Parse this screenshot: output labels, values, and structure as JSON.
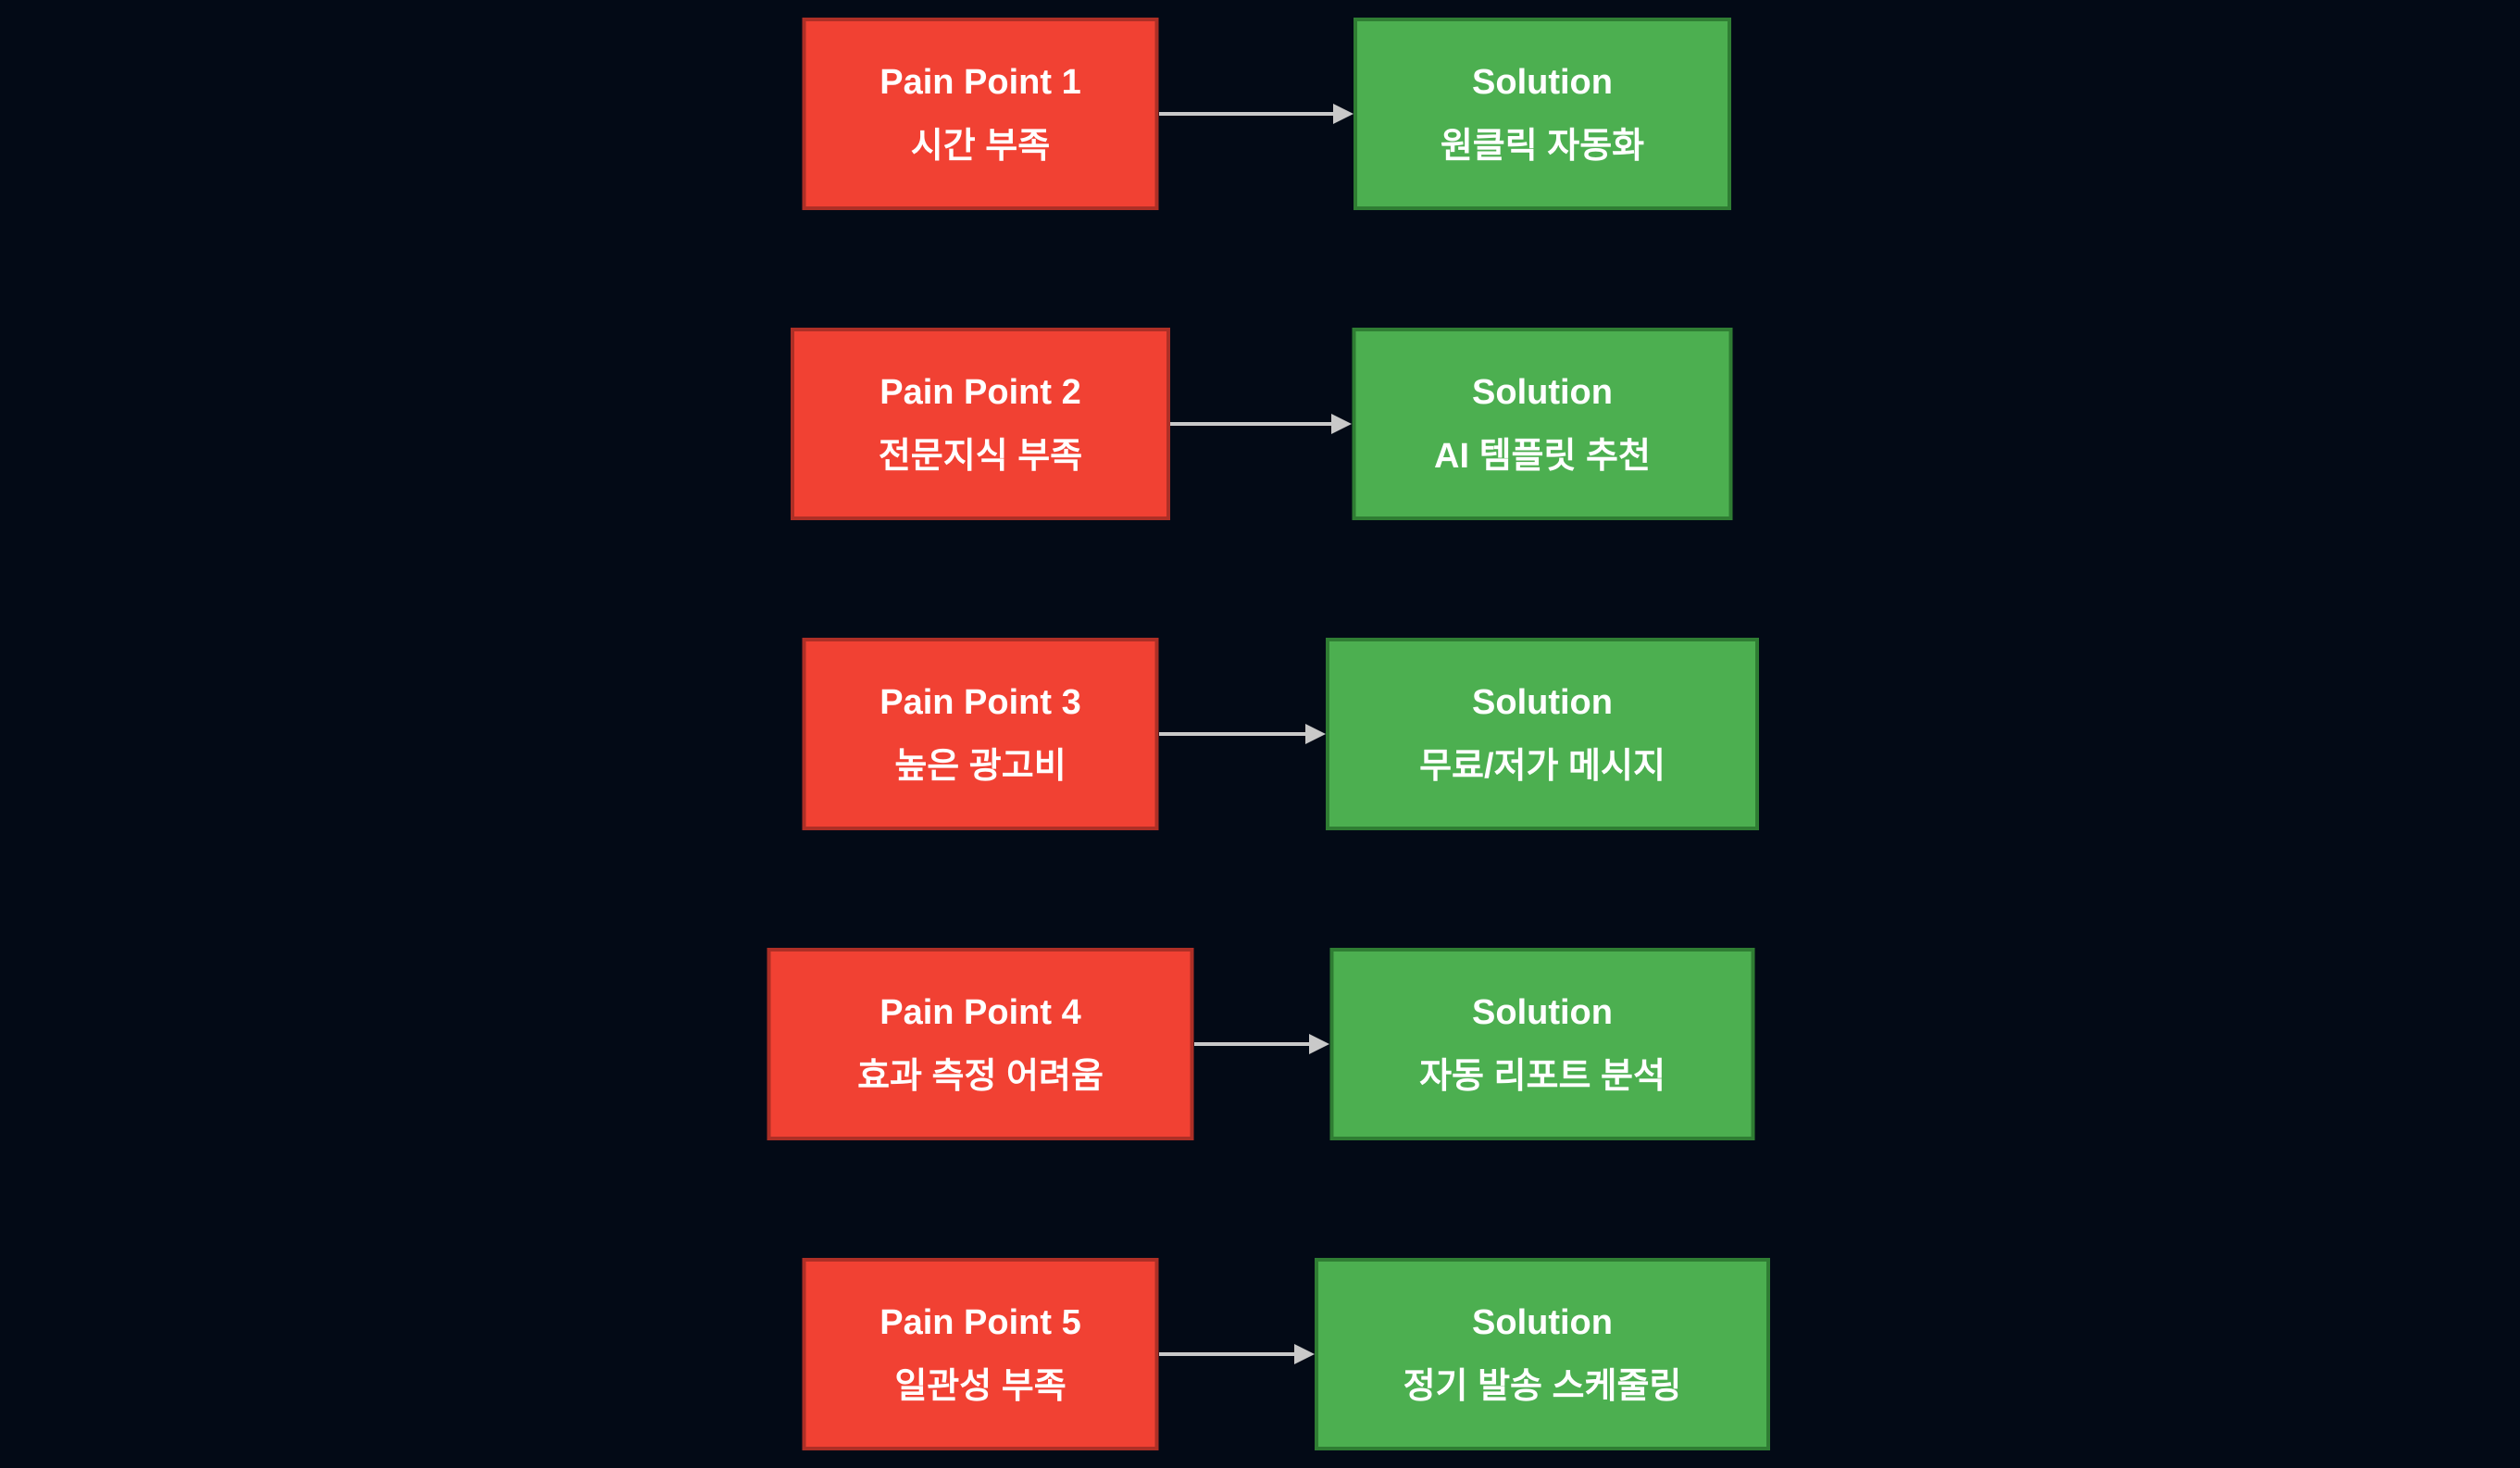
{
  "diagram": {
    "rows": [
      {
        "pain": {
          "title": "Pain Point 1",
          "label": "시간 부족"
        },
        "solution": {
          "title": "Solution",
          "label": "원클릭 자동화"
        }
      },
      {
        "pain": {
          "title": "Pain Point 2",
          "label": "전문지식 부족"
        },
        "solution": {
          "title": "Solution",
          "label": "AI 템플릿 추천"
        }
      },
      {
        "pain": {
          "title": "Pain Point 3",
          "label": "높은 광고비"
        },
        "solution": {
          "title": "Solution",
          "label": "무료/저가 메시지"
        }
      },
      {
        "pain": {
          "title": "Pain Point 4",
          "label": "효과 측정 어려움"
        },
        "solution": {
          "title": "Solution",
          "label": "자동 리포트 분석"
        }
      },
      {
        "pain": {
          "title": "Pain Point 5",
          "label": "일관성 부족"
        },
        "solution": {
          "title": "Solution",
          "label": "정기 발송 스케줄링"
        }
      }
    ],
    "colors": {
      "background": "#030a16",
      "pain_fill": "#f14133",
      "pain_border": "#ad2f26",
      "solution_fill": "#4caf50",
      "solution_border": "#2f7d33",
      "arrow": "#c9c9c9",
      "text": "#ffffff"
    }
  }
}
